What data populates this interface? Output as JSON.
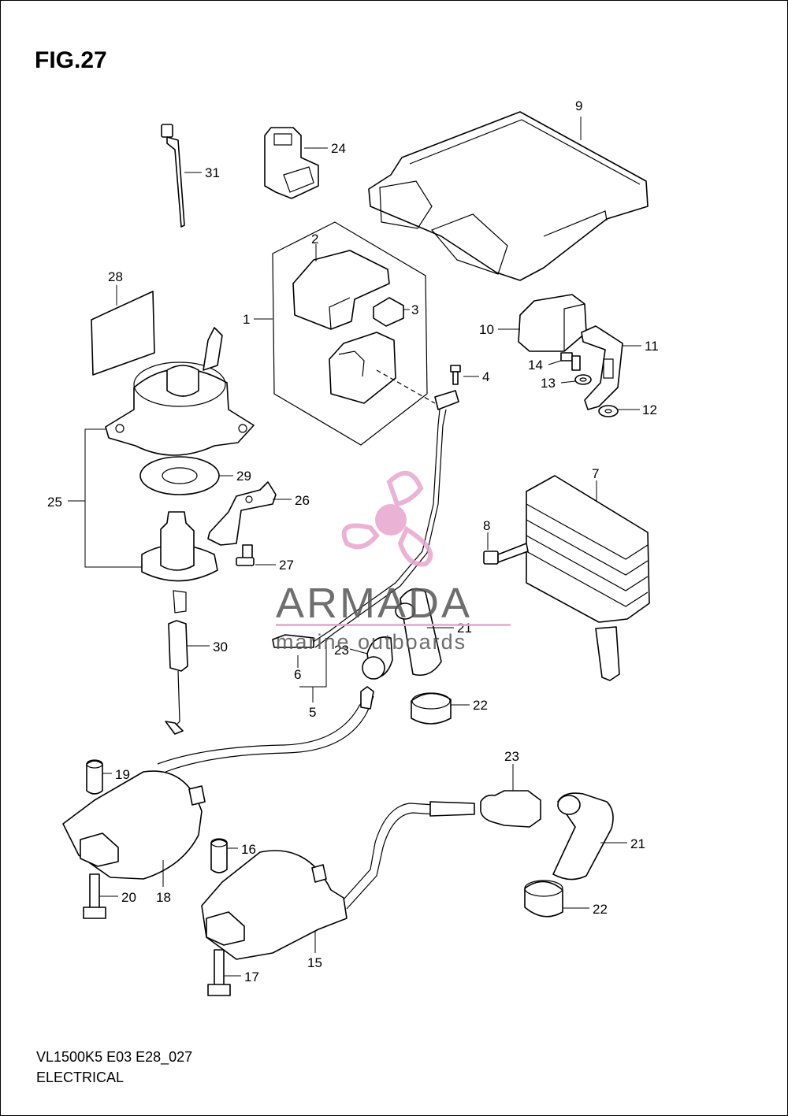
{
  "figure": {
    "title": "FIG.27"
  },
  "footer": {
    "model_code": "VL1500K5 E03 E28_027",
    "section": "ELECTRICAL"
  },
  "watermark": {
    "brand": "ARMADA",
    "tagline": "marine outboards",
    "color_pink": "#e7a6cf",
    "color_gray": "#555555"
  },
  "callouts": {
    "c1": "1",
    "c2": "2",
    "c3": "3",
    "c4": "4",
    "c5": "5",
    "c6": "6",
    "c7": "7",
    "c8": "8",
    "c9": "9",
    "c10": "10",
    "c11": "11",
    "c12": "12",
    "c13": "13",
    "c14": "14",
    "c15": "15",
    "c16": "16",
    "c17": "17",
    "c18": "18",
    "c19": "19",
    "c20": "20",
    "c21a": "21",
    "c21b": "21",
    "c22a": "22",
    "c22b": "22",
    "c23a": "23",
    "c23b": "23",
    "c24": "24",
    "c25": "25",
    "c26": "26",
    "c27": "27",
    "c28": "28",
    "c29": "29",
    "c30": "30",
    "c31": "31"
  }
}
